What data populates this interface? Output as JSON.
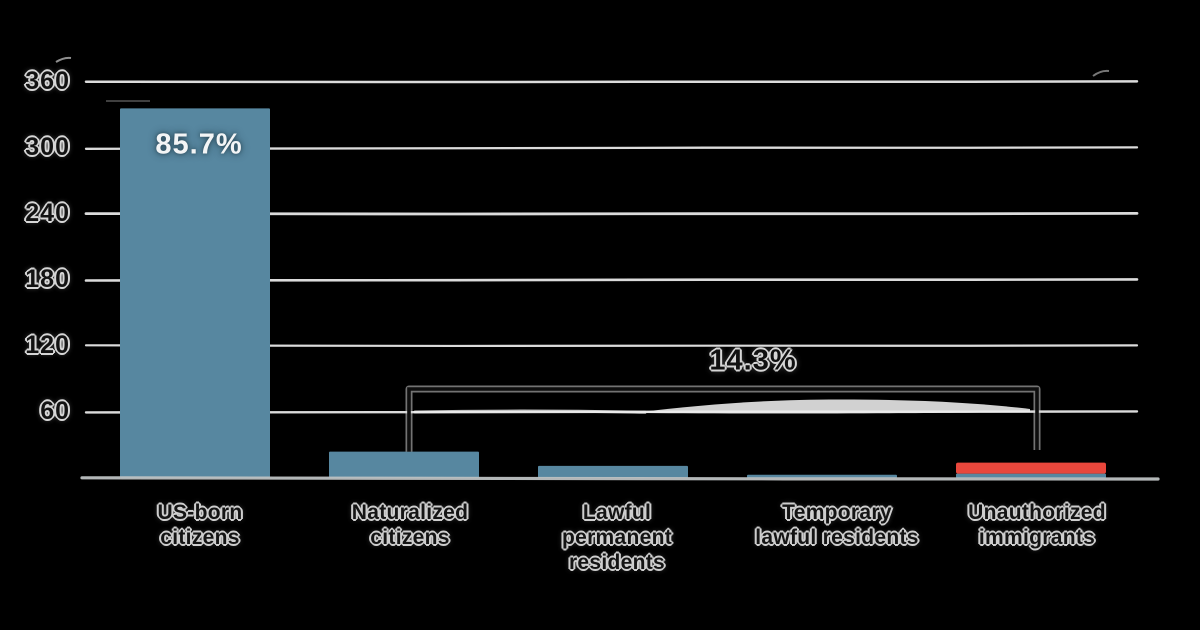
{
  "chart_data": {
    "type": "bar",
    "title": "",
    "categories": [
      "US-born citizens",
      "Naturalized citizens",
      "Lawful permanent residents",
      "Temporary lawful residents",
      "Unauthorized immigrants"
    ],
    "category_label_lines": [
      [
        "US-born",
        "citizens"
      ],
      [
        "Naturalized",
        "citizens"
      ],
      [
        "Lawful",
        "permanent",
        "residents"
      ],
      [
        "Temporary",
        "lawful residents"
      ],
      [
        "Unauthorized",
        "immigrants"
      ]
    ],
    "values": [
      336,
      24,
      11,
      3,
      14
    ],
    "stacked_highlight": {
      "category": "Unauthorized immigrants",
      "base_value": 4,
      "highlight_value": 10
    },
    "yticks": [
      60,
      120,
      180,
      240,
      300,
      360
    ],
    "ylim": [
      0,
      396
    ],
    "grid": true,
    "legend": "none",
    "annotations": {
      "bar_label": {
        "text": "85.7%",
        "target": "US-born citizens"
      },
      "bracket_label": {
        "text": "14.3%",
        "target_span": [
          "Naturalized citizens",
          "Unauthorized immigrants"
        ]
      }
    }
  },
  "colors": {
    "background": "#000000",
    "bar": "#5787a0",
    "highlight_red": "#e8473c",
    "gridline": "#eeeeee",
    "baseline": "#bdc1c2",
    "bracket": "#0d0d0d",
    "bracket_halo": "#d2d2d2",
    "axis_text": "#121212",
    "bar_label_text": "#f3f5f6"
  }
}
